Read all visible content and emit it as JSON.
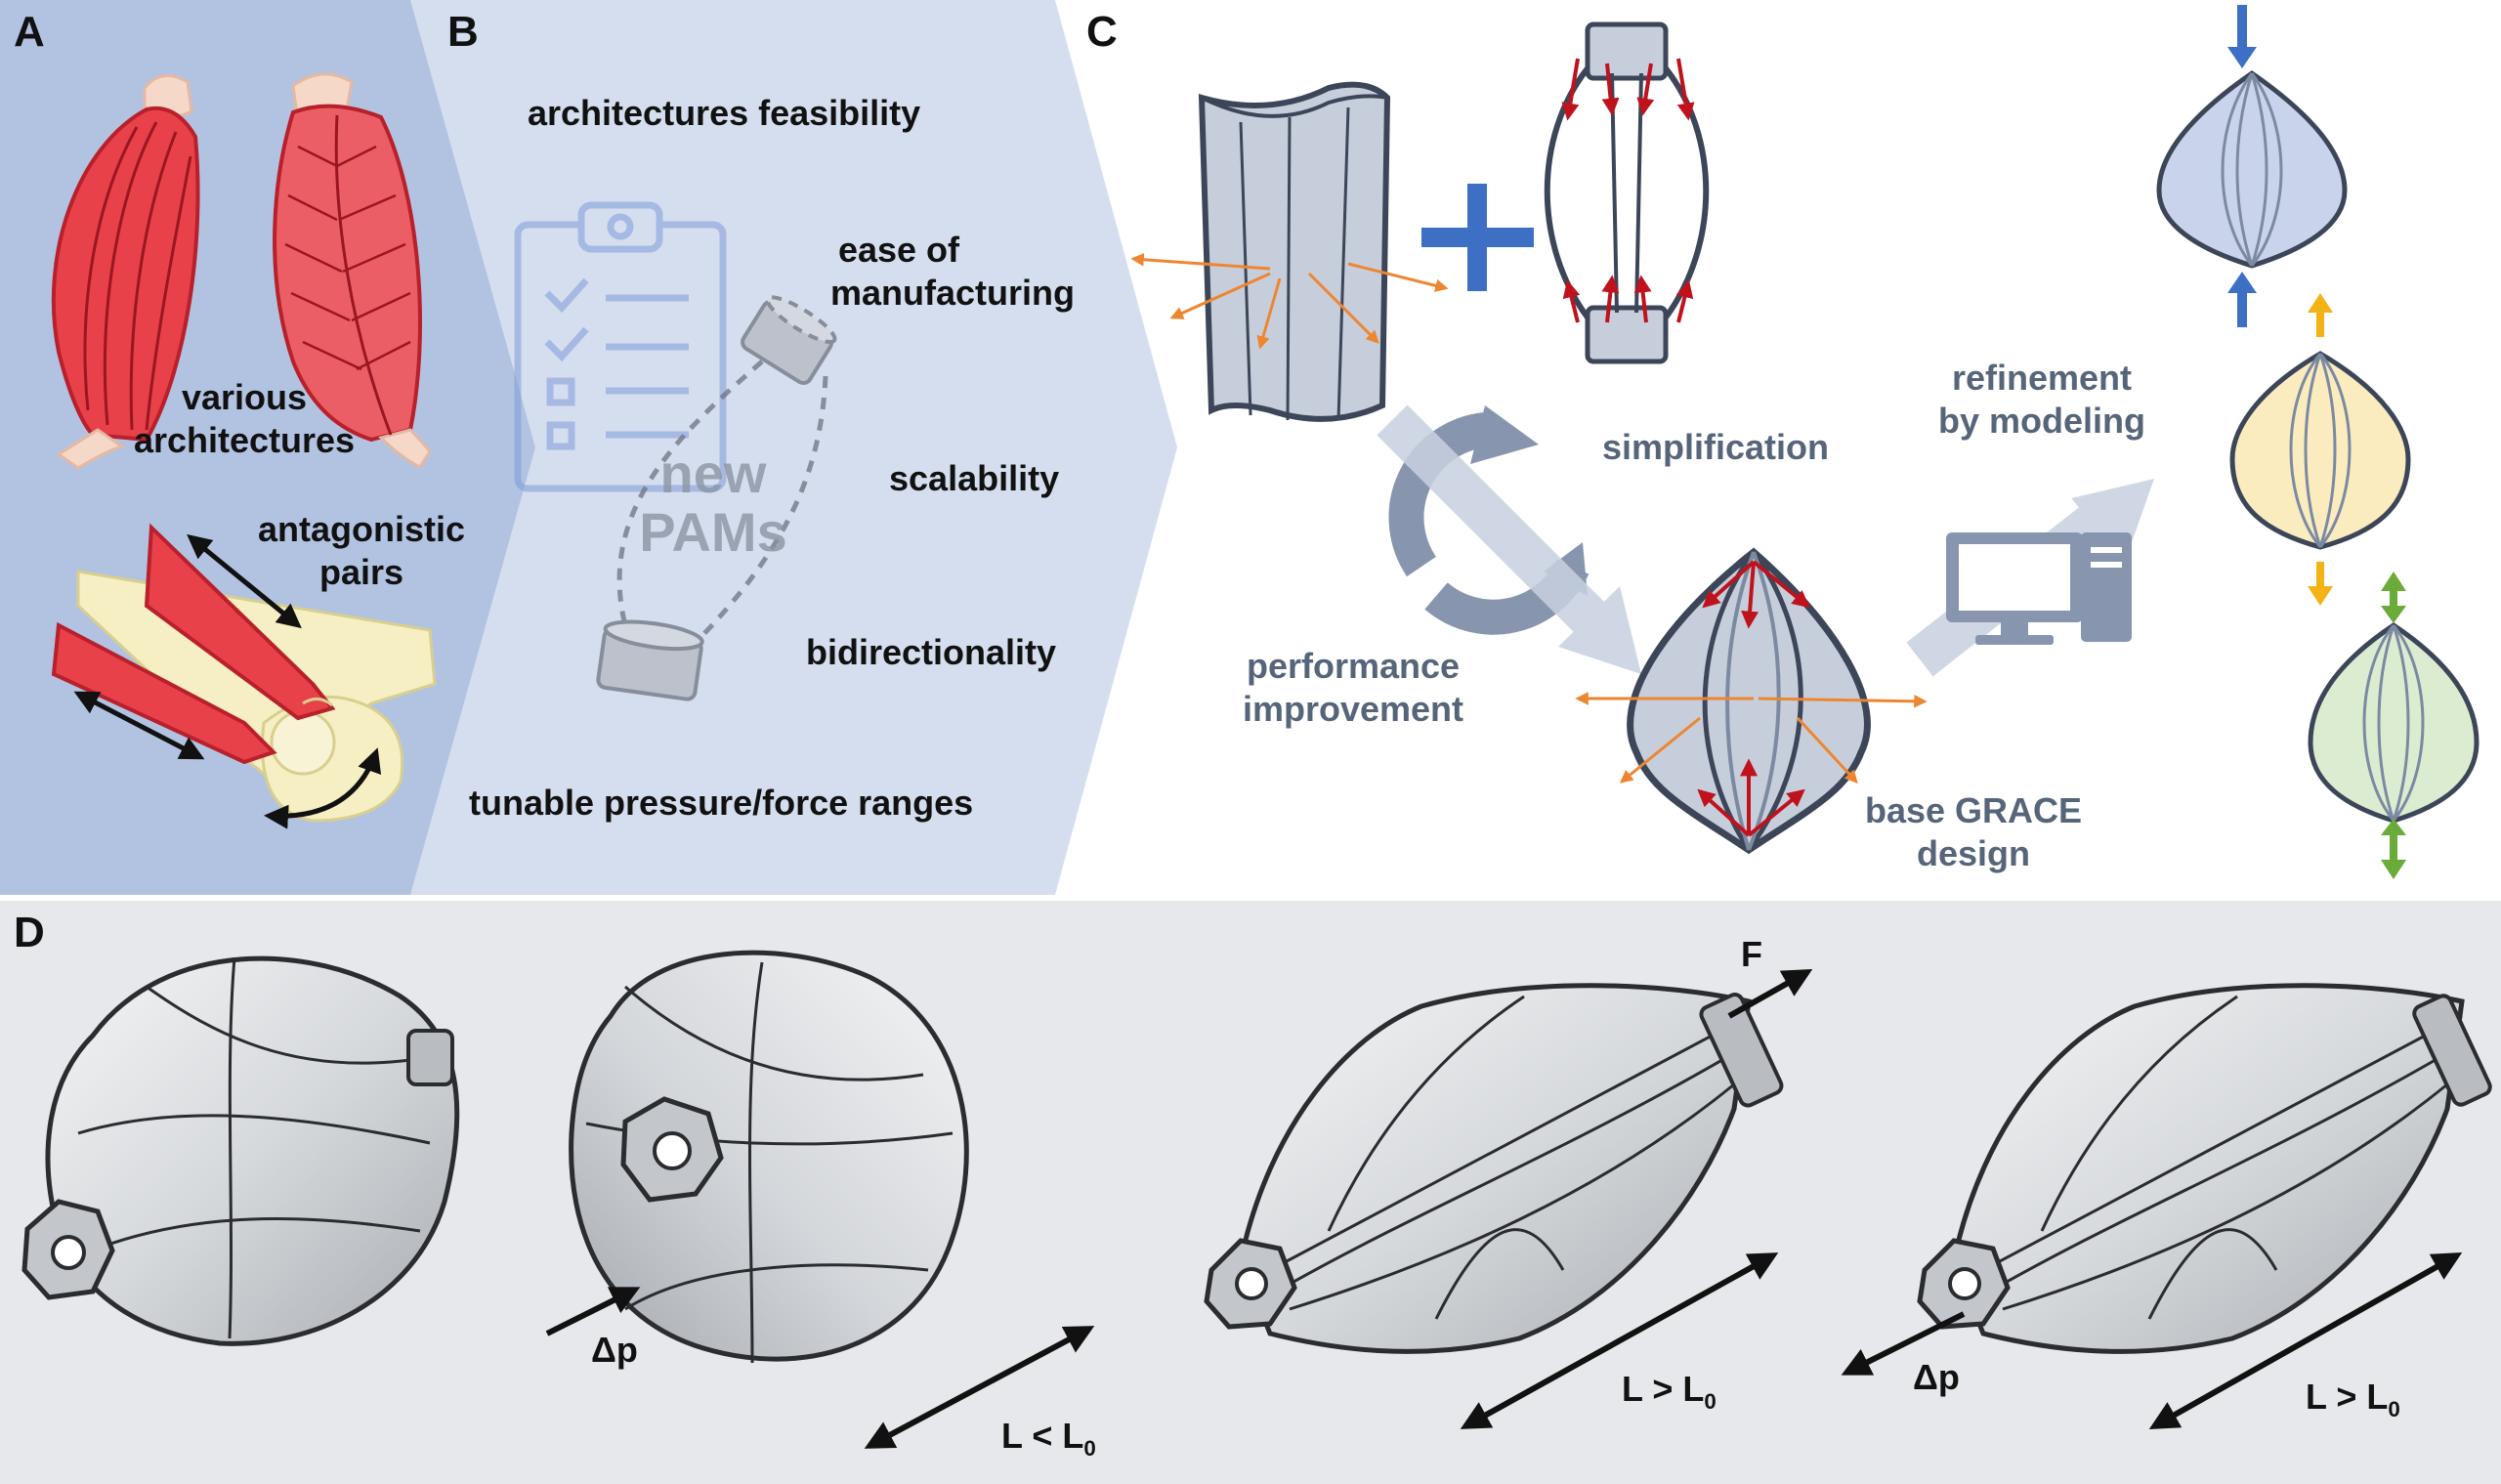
{
  "figure": {
    "panels": {
      "A": {
        "letter": "A",
        "labels": {
          "various_architectures": [
            "various",
            "architectures"
          ],
          "antagonistic_pairs": [
            "antagonistic",
            "pairs"
          ]
        }
      },
      "B": {
        "letter": "B",
        "criteria": [
          "architectures feasibility",
          "ease of",
          "manufacturing",
          "scalability",
          "bidirectionality",
          "tunable pressure/force ranges"
        ],
        "new_pams": [
          "new",
          "PAMs"
        ]
      },
      "C": {
        "letter": "C",
        "labels": {
          "simplification": "simplification",
          "refinement": [
            "refinement",
            "by modeling"
          ],
          "performance": [
            "performance",
            "improvement"
          ],
          "base_design": [
            "base GRACE",
            "design"
          ]
        }
      },
      "D": {
        "letter": "D",
        "labels": {
          "dp1": "Δp",
          "dp2": "Δp",
          "force": "F",
          "len_short_main": "L < L",
          "len_long1_main": "L > L",
          "len_long2_main": "L > L",
          "len_sub": "0"
        }
      }
    },
    "colors": {
      "panel_a_bg": "#b2c3e2",
      "panel_b_bg": "#d5deef",
      "panel_c_bg": "#ffffff",
      "panel_d_bg": "#e6e8eb",
      "muscle_red": "#e8414a",
      "muscle_line": "#b8202b",
      "orange_arrow": "#ee8630",
      "blue_arrow": "#3d6fc5",
      "yellow_arrow": "#f3b314",
      "green_arrow": "#6aab3a",
      "slate_text": "#56657a"
    }
  }
}
